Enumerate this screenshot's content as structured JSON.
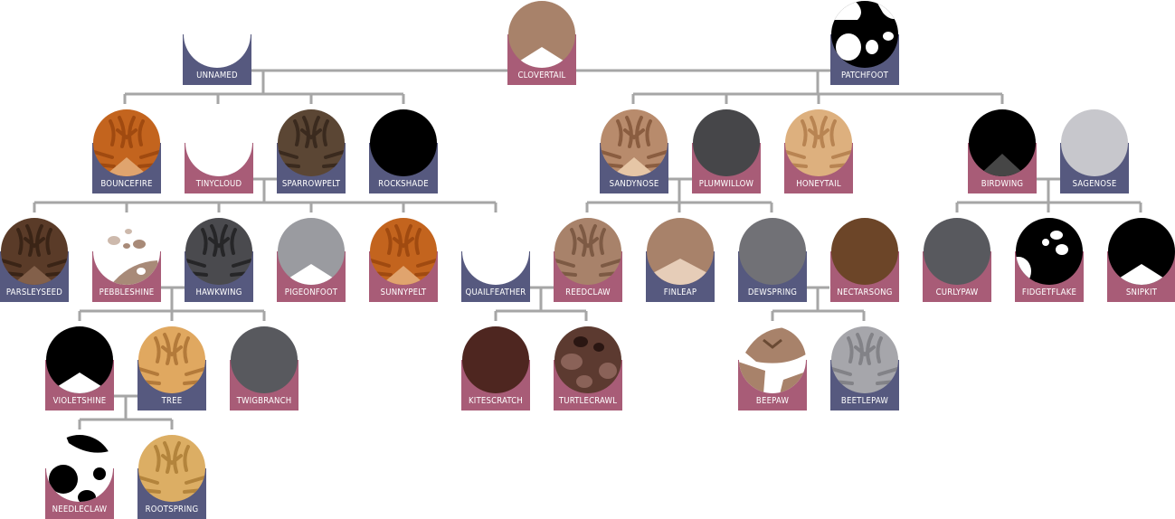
{
  "palette": {
    "male_tile": "#56597f",
    "female_tile": "#a85c77",
    "connector": "#a6a6a6"
  },
  "cats": [
    {
      "id": "unnamed",
      "name": "UNNAMED",
      "sex": "m",
      "coat": "#ffffff",
      "pattern": "plain"
    },
    {
      "id": "clovertail",
      "name": "CLOVERTAIL",
      "sex": "f",
      "coat": "#a8826a",
      "pattern": "whitechest"
    },
    {
      "id": "patchfoot",
      "name": "PATCHFOOT",
      "sex": "m",
      "coat": "#000000",
      "pattern": "blackwhite"
    },
    {
      "id": "bouncefire",
      "name": "BOUNCEFIRE",
      "sex": "m",
      "coat": "#c3641e",
      "pattern": "tabby-chest",
      "accent": "#a04a10",
      "chest": "#e0a46e"
    },
    {
      "id": "tinycloud",
      "name": "TINYCLOUD",
      "sex": "f",
      "coat": "#ffffff",
      "pattern": "plain"
    },
    {
      "id": "sparrowpelt",
      "name": "SPARROWPELT",
      "sex": "m",
      "coat": "#5b4634",
      "pattern": "tabby",
      "accent": "#3a2a1e"
    },
    {
      "id": "rockshade",
      "name": "ROCKSHADE",
      "sex": "m",
      "coat": "#000000",
      "pattern": "plain"
    },
    {
      "id": "sandynose",
      "name": "SANDYNOSE",
      "sex": "m",
      "coat": "#b88b6c",
      "pattern": "tabby-chest",
      "accent": "#8a5d40",
      "chest": "#e6c6a6"
    },
    {
      "id": "plumwillow",
      "name": "PLUMWILLOW",
      "sex": "f",
      "coat": "#464649",
      "pattern": "plain"
    },
    {
      "id": "honeytail",
      "name": "HONEYTAIL",
      "sex": "f",
      "coat": "#ddb07e",
      "pattern": "tabby",
      "accent": "#b88452"
    },
    {
      "id": "birdwing",
      "name": "BIRDWING",
      "sex": "f",
      "coat": "#000000",
      "pattern": "greychest",
      "chest": "#464646"
    },
    {
      "id": "sagenose",
      "name": "SAGENOSE",
      "sex": "m",
      "coat": "#c7c7cc",
      "pattern": "plain"
    },
    {
      "id": "parsleyseed",
      "name": "PARSLEYSEED",
      "sex": "m",
      "coat": "#5a3b28",
      "pattern": "tabby-chest",
      "accent": "#3a2416",
      "chest": "#83604a"
    },
    {
      "id": "pebbleshine",
      "name": "PEBBLESHINE",
      "sex": "f",
      "coat": "#ffffff",
      "pattern": "spots",
      "accent": "#a88a78"
    },
    {
      "id": "hawkwing",
      "name": "HAWKWING",
      "sex": "m",
      "coat": "#4a4a4e",
      "pattern": "tabby",
      "accent": "#262628"
    },
    {
      "id": "pigeonfoot",
      "name": "PIGEONFOOT",
      "sex": "f",
      "coat": "#9a9ba0",
      "pattern": "whitechest"
    },
    {
      "id": "sunnypelt",
      "name": "SUNNYPELT",
      "sex": "f",
      "coat": "#c3641e",
      "pattern": "tabby-chest",
      "accent": "#a04a10",
      "chest": "#e0a46e"
    },
    {
      "id": "quailfeather",
      "name": "QUAILFEATHER",
      "sex": "m",
      "coat": "#ffffff",
      "pattern": "plain"
    },
    {
      "id": "reedclaw",
      "name": "REEDCLAW",
      "sex": "f",
      "coat": "#a8826a",
      "pattern": "tabby",
      "accent": "#7d5a44"
    },
    {
      "id": "finleap",
      "name": "FINLEAP",
      "sex": "m",
      "coat": "#a8826a",
      "pattern": "lightbottom",
      "chest": "#e6cdb8"
    },
    {
      "id": "dewspring",
      "name": "DEWSPRING",
      "sex": "m",
      "coat": "#717176",
      "pattern": "plain"
    },
    {
      "id": "nectarsong",
      "name": "NECTARSONG",
      "sex": "f",
      "coat": "#6c4528",
      "pattern": "plain"
    },
    {
      "id": "curlypaw",
      "name": "CURLYPAW",
      "sex": "f",
      "coat": "#58595e",
      "pattern": "plain"
    },
    {
      "id": "fidgetflake",
      "name": "FIDGETFLAKE",
      "sex": "f",
      "coat": "#000000",
      "pattern": "blackspots"
    },
    {
      "id": "snipkit",
      "name": "SNIPKIT",
      "sex": "f",
      "coat": "#000000",
      "pattern": "whitechest"
    },
    {
      "id": "violetshine",
      "name": "VIOLETSHINE",
      "sex": "f",
      "coat": "#000000",
      "pattern": "whitechest"
    },
    {
      "id": "tree",
      "name": "TREE",
      "sex": "m",
      "coat": "#e0a860",
      "pattern": "tabby",
      "accent": "#b37a3a"
    },
    {
      "id": "twigbranch",
      "name": "TWIGBRANCH",
      "sex": "f",
      "coat": "#58595e",
      "pattern": "plain"
    },
    {
      "id": "kitescratch",
      "name": "KITESCRATCH",
      "sex": "f",
      "coat": "#4e2620",
      "pattern": "plain"
    },
    {
      "id": "turtlecrawl",
      "name": "TURTLECRAWL",
      "sex": "f",
      "coat": "#5c3a30",
      "pattern": "tortie",
      "accent": "#2a1612"
    },
    {
      "id": "beepaw",
      "name": "BEEPAW",
      "sex": "f",
      "coat": "#ffffff",
      "pattern": "brownpatch",
      "accent": "#a8826a"
    },
    {
      "id": "beetlepaw",
      "name": "BEETLEPAW",
      "sex": "m",
      "coat": "#a6a6ab",
      "pattern": "tabby",
      "accent": "#828287"
    },
    {
      "id": "needleclaw",
      "name": "NEEDLECLAW",
      "sex": "f",
      "coat": "#ffffff",
      "pattern": "blackpatch"
    },
    {
      "id": "rootspring",
      "name": "ROOTSPRING",
      "sex": "m",
      "coat": "#dcae64",
      "pattern": "tabby",
      "accent": "#b3843c"
    }
  ]
}
